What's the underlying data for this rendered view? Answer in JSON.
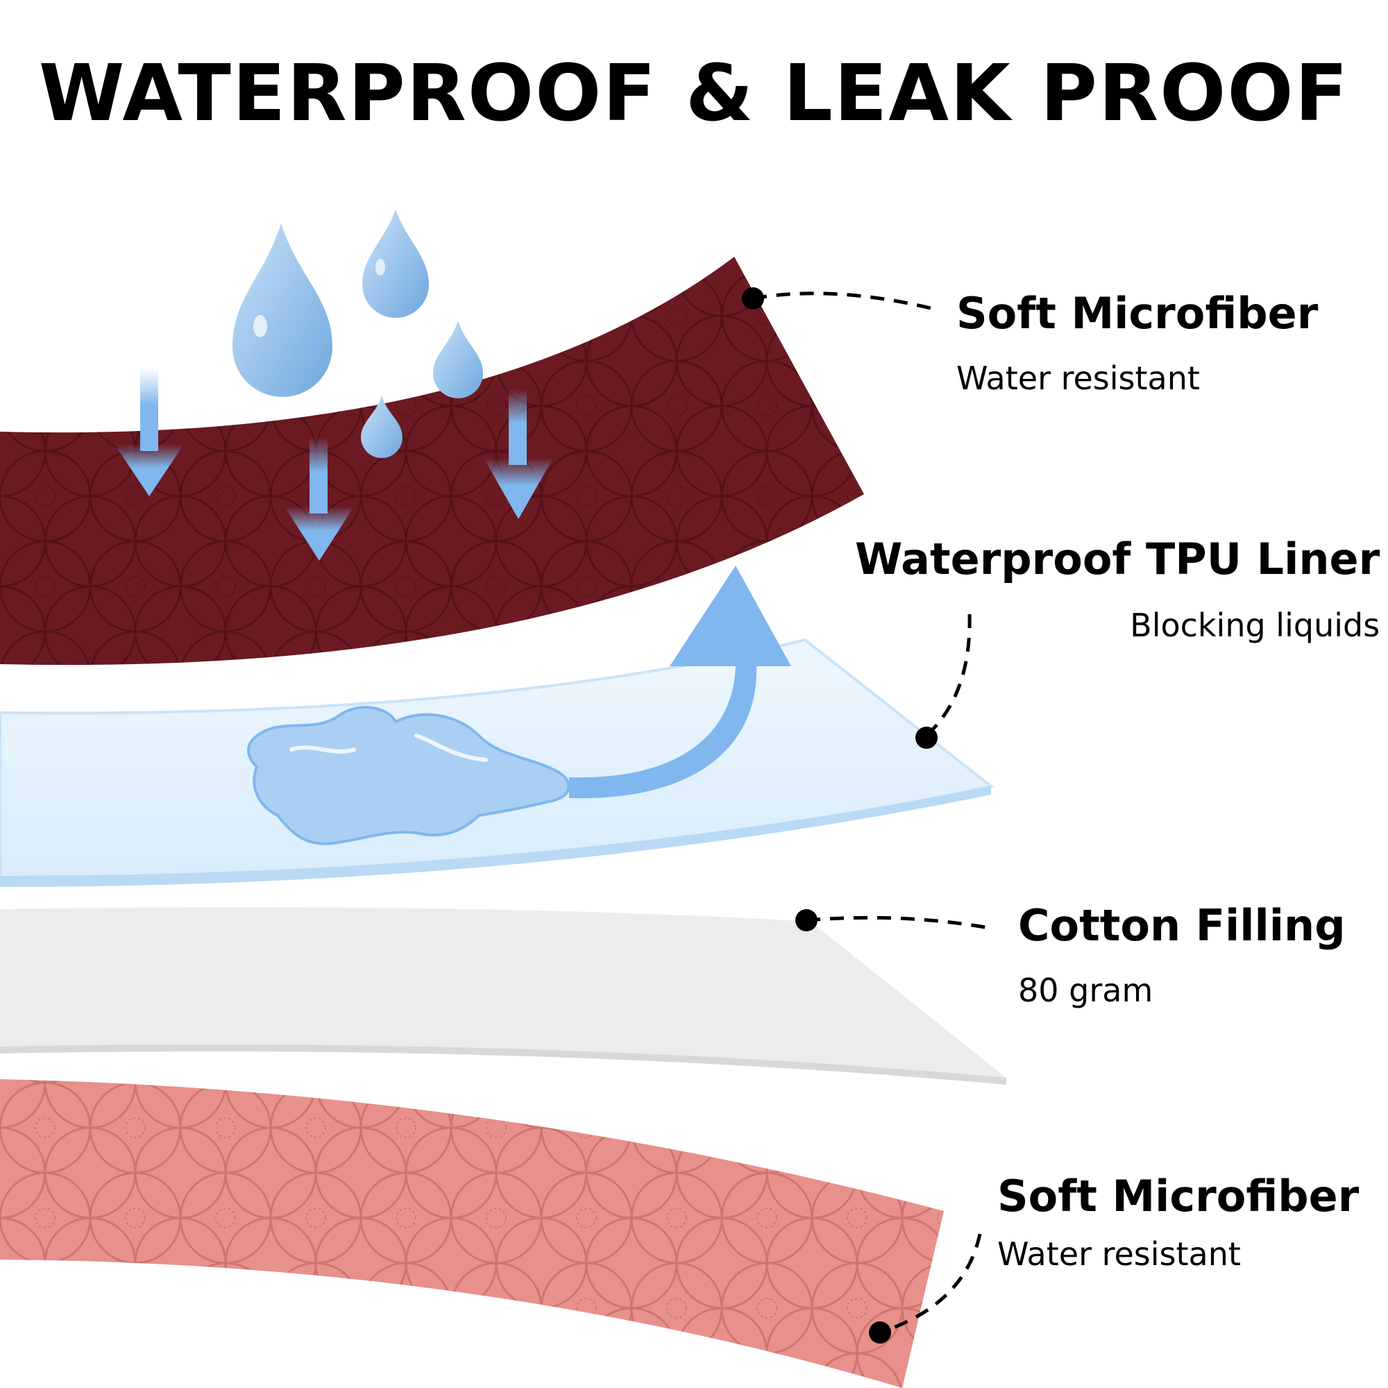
{
  "title": "WATERPROOF & LEAK PROOF",
  "layers": [
    {
      "name": "Soft Microfiber",
      "desc": "Water resistant",
      "color": "#6b1a22"
    },
    {
      "name": "Waterproof TPU Liner",
      "desc": "Blocking liquids",
      "color": "#e6f3fd"
    },
    {
      "name": "Cotton Filling",
      "desc": "80 gram",
      "color": "#ececee"
    },
    {
      "name": "Soft Microfiber",
      "desc": "Water resistant",
      "color": "#e8908c"
    }
  ],
  "accent": "#7fb7ee"
}
